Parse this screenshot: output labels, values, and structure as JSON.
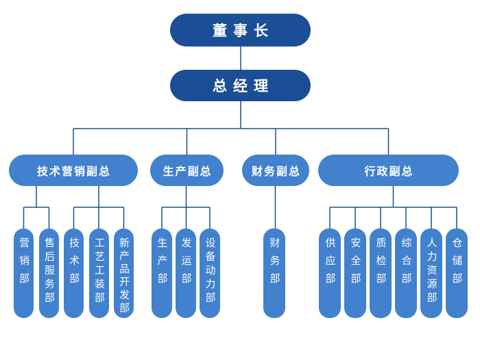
{
  "org": {
    "chairman": "董事长",
    "general_manager": "总经理",
    "vps": [
      "技术营销副总",
      "生产副总",
      "财务副总",
      "行政副总"
    ],
    "departments": {
      "tech_marketing": [
        "营销部",
        "售后服务部",
        "技术部",
        "工艺工装部",
        "新产品开发部"
      ],
      "production": [
        "生产部",
        "发运部",
        "设备动力部"
      ],
      "finance": [
        "财务部"
      ],
      "admin": [
        "供应部",
        "安全部",
        "质检部",
        "综合部",
        "人力资源部",
        "仓储部"
      ]
    }
  },
  "colors": {
    "executive_fill": "#1b4e96",
    "department_fill": "#4181cd",
    "connector": "#1a4f8c",
    "text": "#ffffff"
  }
}
